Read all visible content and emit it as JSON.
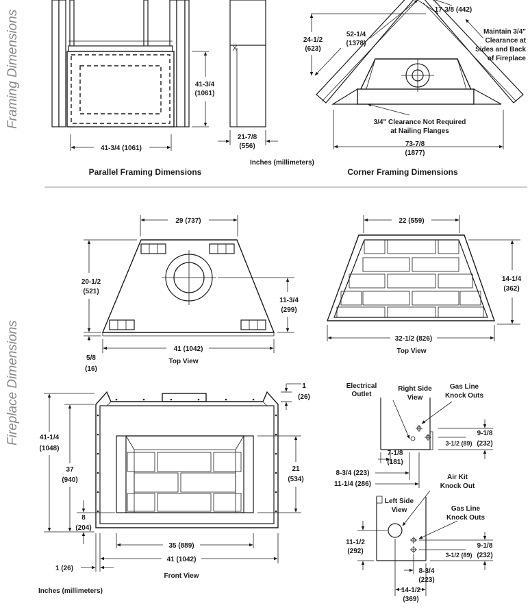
{
  "side_labels": {
    "framing": "Framing Dimensions",
    "fireplace": "Fireplace Dimensions"
  },
  "parallel": {
    "caption": "Parallel Framing Dimensions",
    "width": "41-3/4 (1061)",
    "height_in": "41-3/4",
    "height_mm": "(1061)",
    "depth_in": "21-7/8",
    "depth_mm": "(556)",
    "units": "Inches (millimeters)"
  },
  "corner": {
    "caption": "Corner Framing Dimensions",
    "top": "17-3/8 (442)",
    "left_in": "24-1/2",
    "left_mm": "(623)",
    "diag_in": "52-1/4",
    "diag_mm": "(1378)",
    "note_lines": [
      "Maintain 3/4\"",
      "Clearance at",
      "Sides and Back",
      "of Fireplace"
    ],
    "flange_note_lines": [
      "3/4\" Clearance Not Required",
      "at Nailing Flanges"
    ],
    "width_in": "73-7/8",
    "width_mm": "(1877)"
  },
  "top_view_left": {
    "caption": "Top View",
    "top_width": "29 (737)",
    "depth_in": "20-1/2",
    "depth_mm": "(521)",
    "flue_in": "11-3/4",
    "flue_mm": "(299)",
    "width": "41 (1042)",
    "offset_in": "5/8",
    "offset_mm": "(16)"
  },
  "top_view_right": {
    "caption": "Top View",
    "top_width": "22 (559)",
    "depth_in": "14-1/4",
    "depth_mm": "(362)",
    "width": "32-1/2 (826)"
  },
  "front_view": {
    "caption": "Front View",
    "top_in": "1",
    "top_mm": "(26)",
    "overall_in": "41-1/4",
    "overall_mm": "(1048)",
    "height_in": "37",
    "height_mm": "(940)",
    "base_in": "8",
    "base_mm": "(204)",
    "opening_in": "21",
    "opening_mm": "(534)",
    "opening_width": "35 (889)",
    "width": "41 (1042)",
    "flange": "1 (26)",
    "units": "Inches (millimeters)"
  },
  "right_side": {
    "title_lines": [
      "Right Side",
      "View"
    ],
    "outlet_lines": [
      "Electrical",
      "Outlet"
    ],
    "gas_lines": [
      "Gas Line",
      "Knock Outs"
    ],
    "h_in": "9-1/8",
    "h_mm": "(232)",
    "small": "3-1/2 (89)",
    "d1_in": "7-1/8",
    "d1_mm": "(181)",
    "d2": "8-3/4 (223)",
    "d3": "11-1/4 (286)"
  },
  "left_side": {
    "title_lines": [
      "Left Side",
      "View"
    ],
    "air_lines": [
      "Air Kit",
      "Knock Out"
    ],
    "gas_lines": [
      "Gas Line",
      "Knock Outs"
    ],
    "h_in": "11-1/2",
    "h_mm": "(292)",
    "r_in": "9-1/8",
    "r_mm": "(232)",
    "small": "3-1/2 (89)",
    "d1_in": "8-3/4",
    "d1_mm": "(223)",
    "d2_in": "14-1/2",
    "d2_mm": "(369)"
  }
}
